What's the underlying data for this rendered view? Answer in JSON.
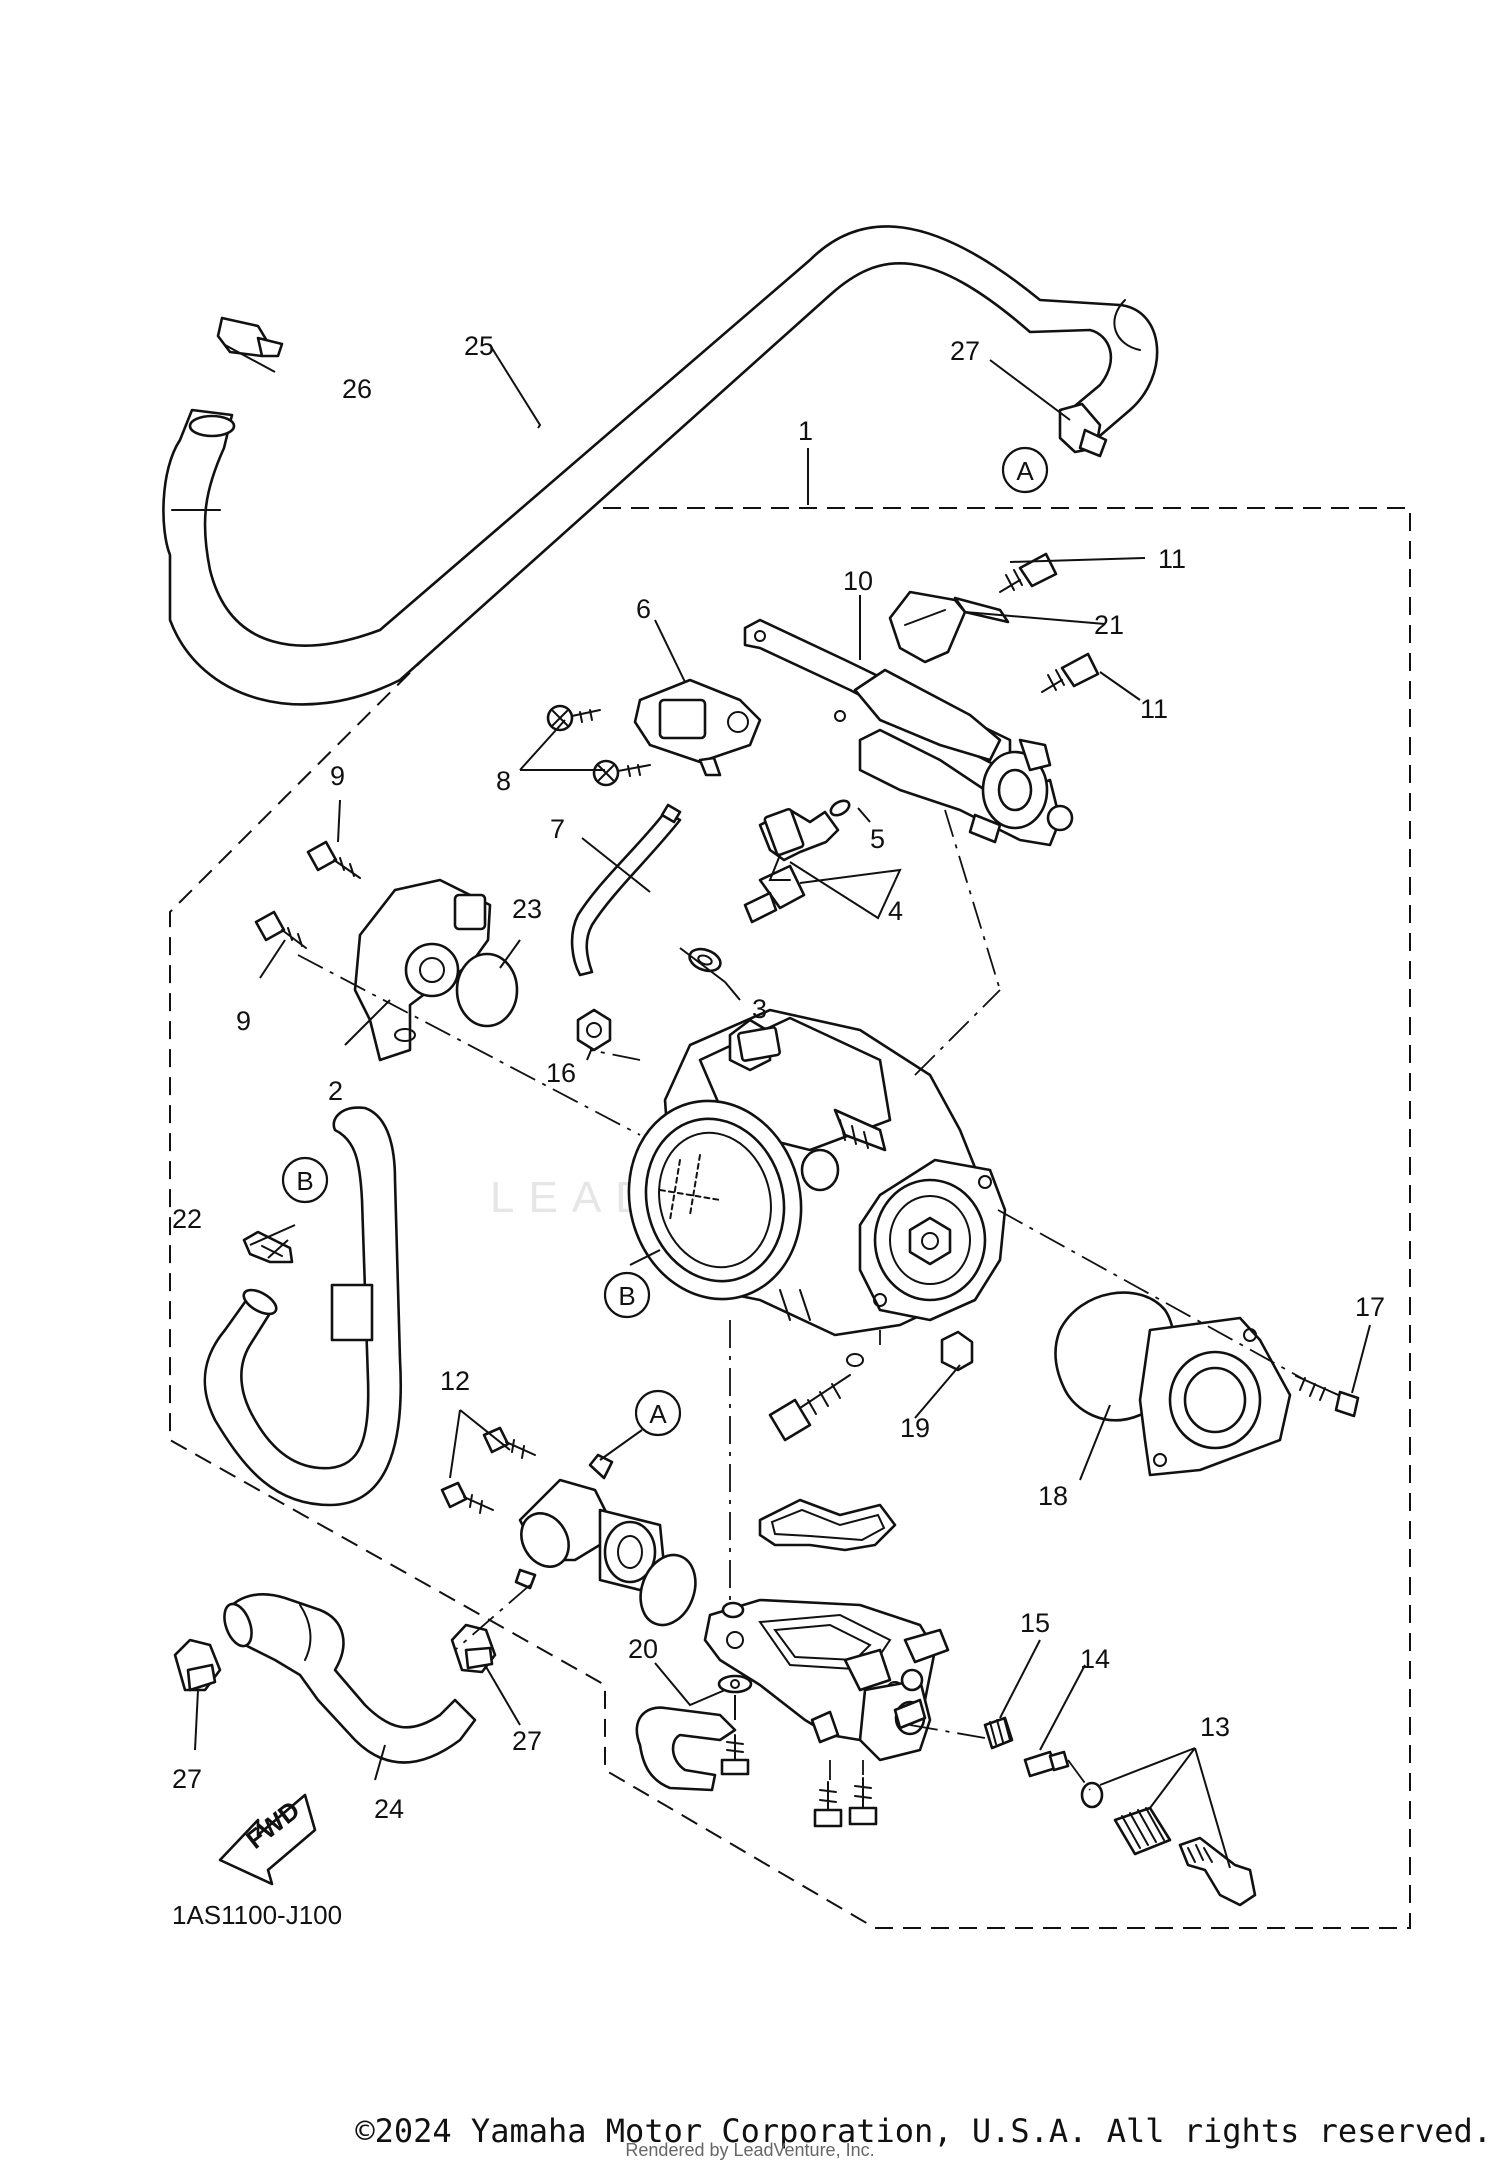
{
  "diagram": {
    "callouts": {
      "c1": "1",
      "c2": "2",
      "c3": "3",
      "c4": "4",
      "c5": "5",
      "c6": "6",
      "c7": "7",
      "c8": "8",
      "c9a": "9",
      "c9b": "9",
      "c10": "10",
      "c11a": "11",
      "c11b": "11",
      "c12": "12",
      "c13": "13",
      "c14": "14",
      "c15": "15",
      "c16": "16",
      "c17": "17",
      "c18": "18",
      "c19": "19",
      "c20": "20",
      "c21": "21",
      "c22": "22",
      "c23": "23",
      "c24": "24",
      "c25": "25",
      "c26": "26",
      "c27a": "27",
      "c27b": "27",
      "c27c": "27"
    },
    "refs": {
      "a_top": "A",
      "a_mid": "A",
      "b_left": "B",
      "b_mid": "B"
    },
    "fwd_label": "FWD",
    "diagram_code": "1AS1100-J100",
    "watermark": "LEADVENTURE"
  },
  "footer": {
    "copyright": "©2024 Yamaha Motor Corporation, U.S.A. All rights reserved.",
    "rendered_by": "Rendered by LeadVenture, Inc."
  }
}
